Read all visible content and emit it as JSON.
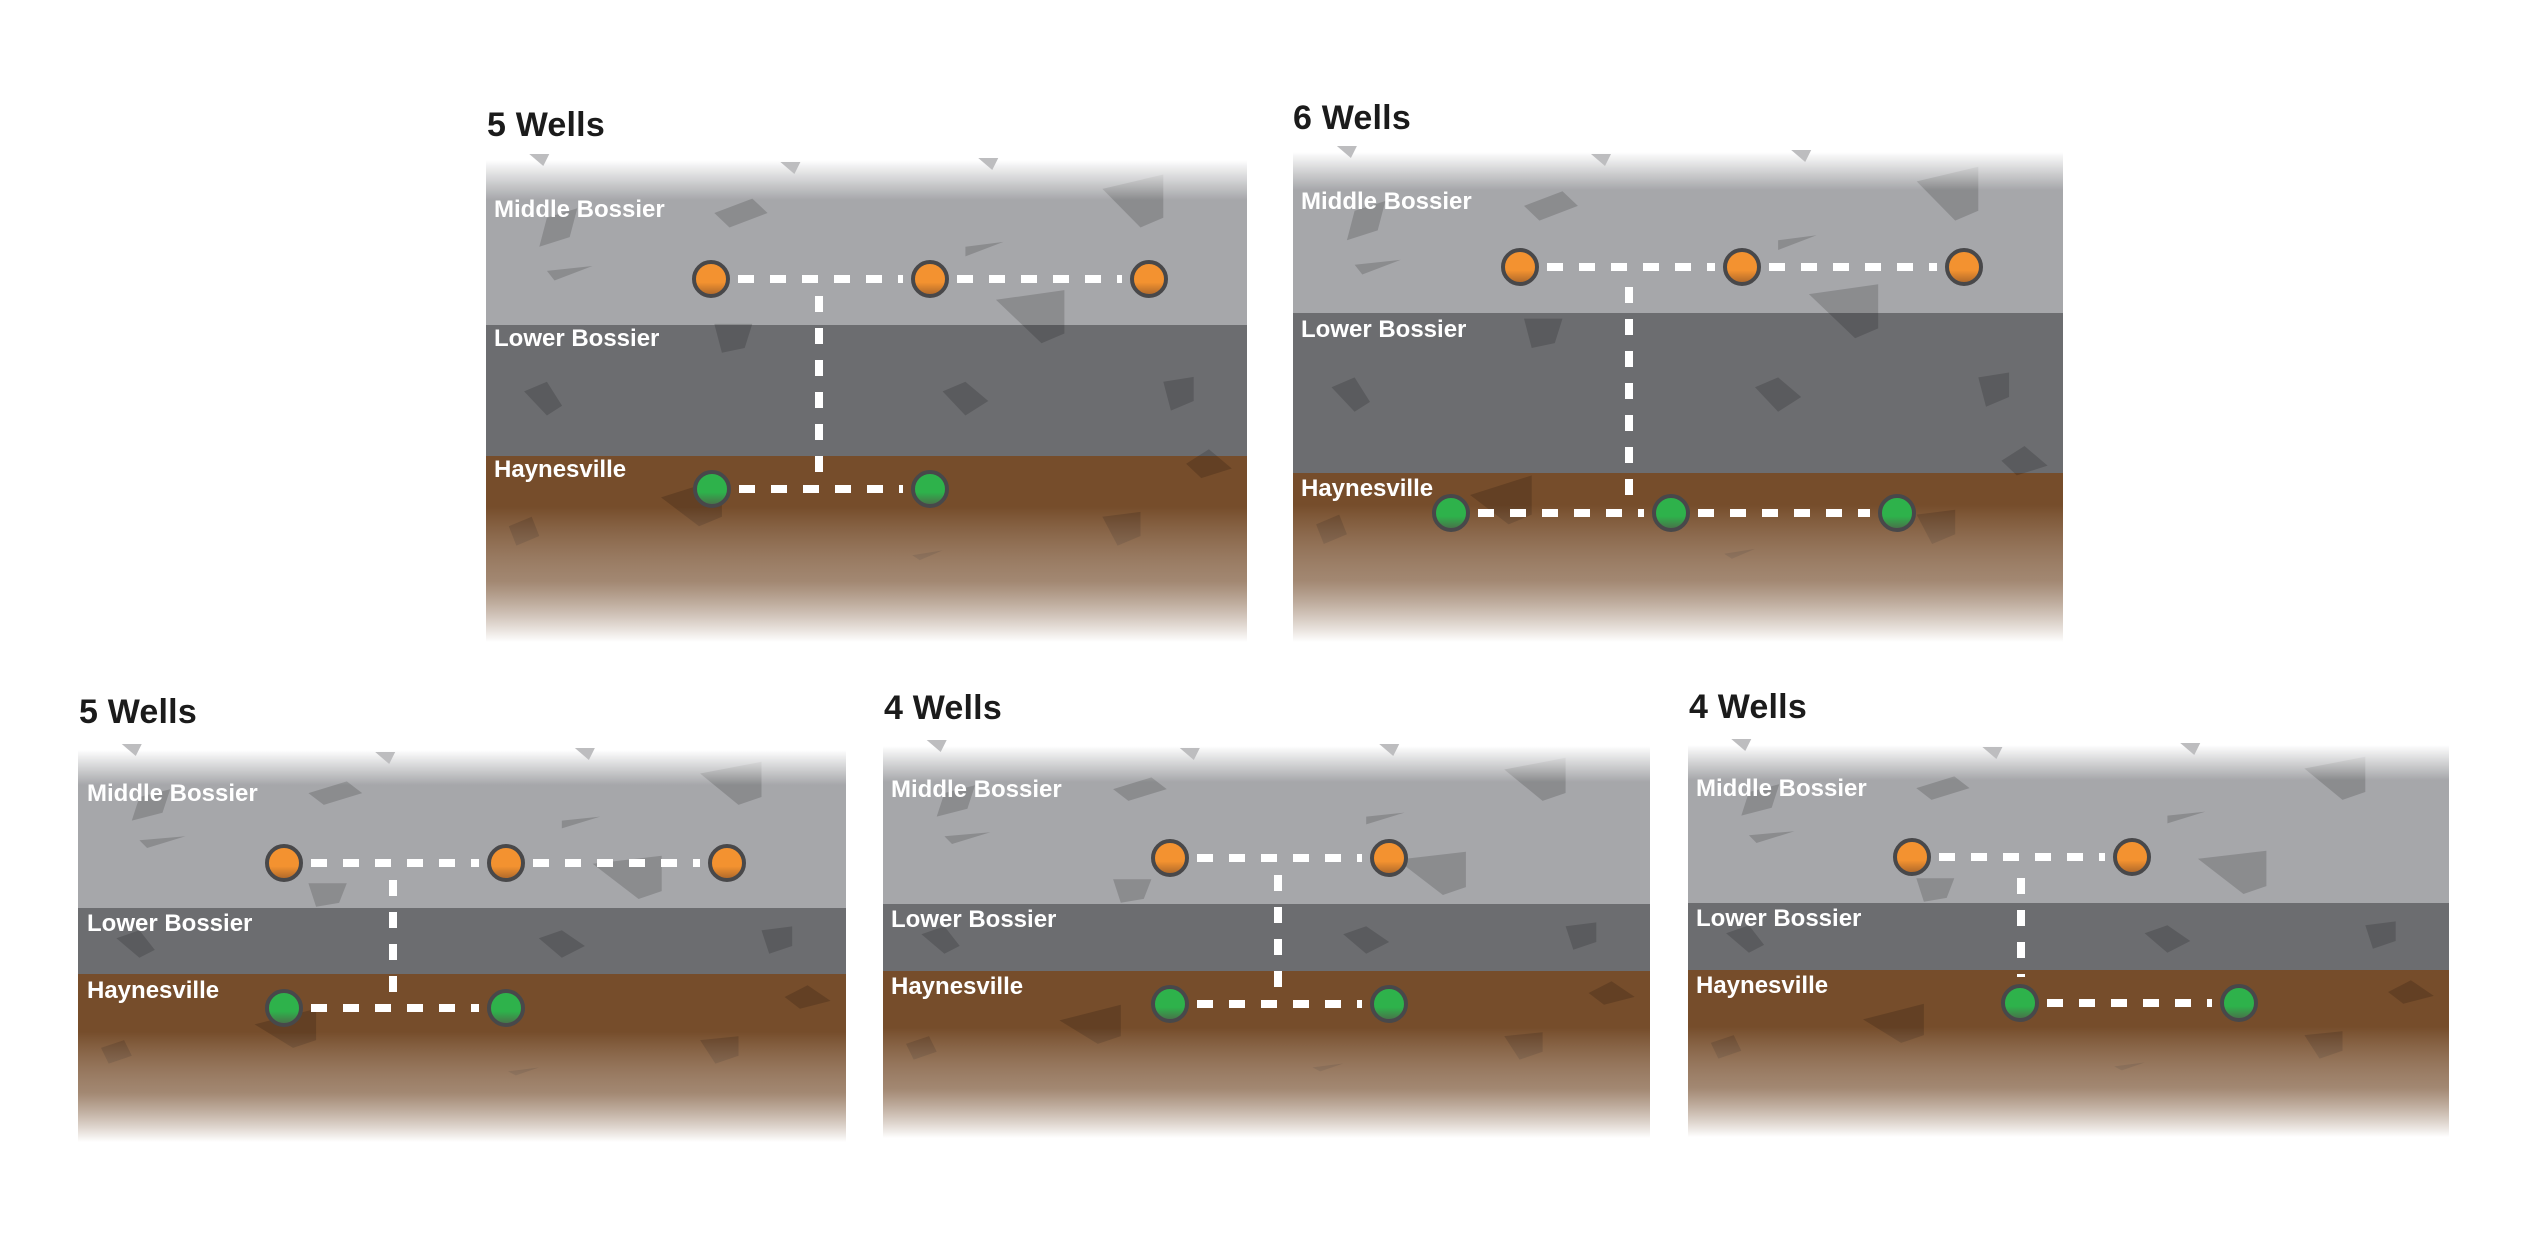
{
  "colors": {
    "middle_bossier": "#a6a7aa",
    "lower_bossier": "#6c6d70",
    "haynesville": "#764d2b",
    "well_orange": "#f39230",
    "well_green": "#2eb24b",
    "well_outline": "#48484a",
    "lateral_line": "#ffffff",
    "title_text": "#1b1b1b"
  },
  "layers": [
    "Middle Bossier",
    "Lower Bossier",
    "Haynesville"
  ],
  "panels": [
    {
      "title": "5 Wells",
      "layer_labels": [
        "Middle Bossier",
        "Lower Bossier",
        "Haynesville"
      ],
      "wells": {
        "middle_bossier": 3,
        "haynesville": 2
      },
      "total_wells": 5
    },
    {
      "title": "6 Wells",
      "layer_labels": [
        "Middle Bossier",
        "Lower Bossier",
        "Haynesville"
      ],
      "wells": {
        "middle_bossier": 3,
        "haynesville": 3
      },
      "total_wells": 6
    },
    {
      "title": "5 Wells",
      "layer_labels": [
        "Middle Bossier",
        "Lower Bossier",
        "Haynesville"
      ],
      "wells": {
        "middle_bossier": 3,
        "haynesville": 2
      },
      "total_wells": 5
    },
    {
      "title": "4 Wells",
      "layer_labels": [
        "Middle Bossier",
        "Lower Bossier",
        "Haynesville"
      ],
      "wells": {
        "middle_bossier": 2,
        "haynesville": 2
      },
      "total_wells": 4
    },
    {
      "title": "4 Wells",
      "layer_labels": [
        "Middle Bossier",
        "Lower Bossier",
        "Haynesville"
      ],
      "wells": {
        "middle_bossier": 2,
        "haynesville": 2
      },
      "total_wells": 4
    }
  ]
}
